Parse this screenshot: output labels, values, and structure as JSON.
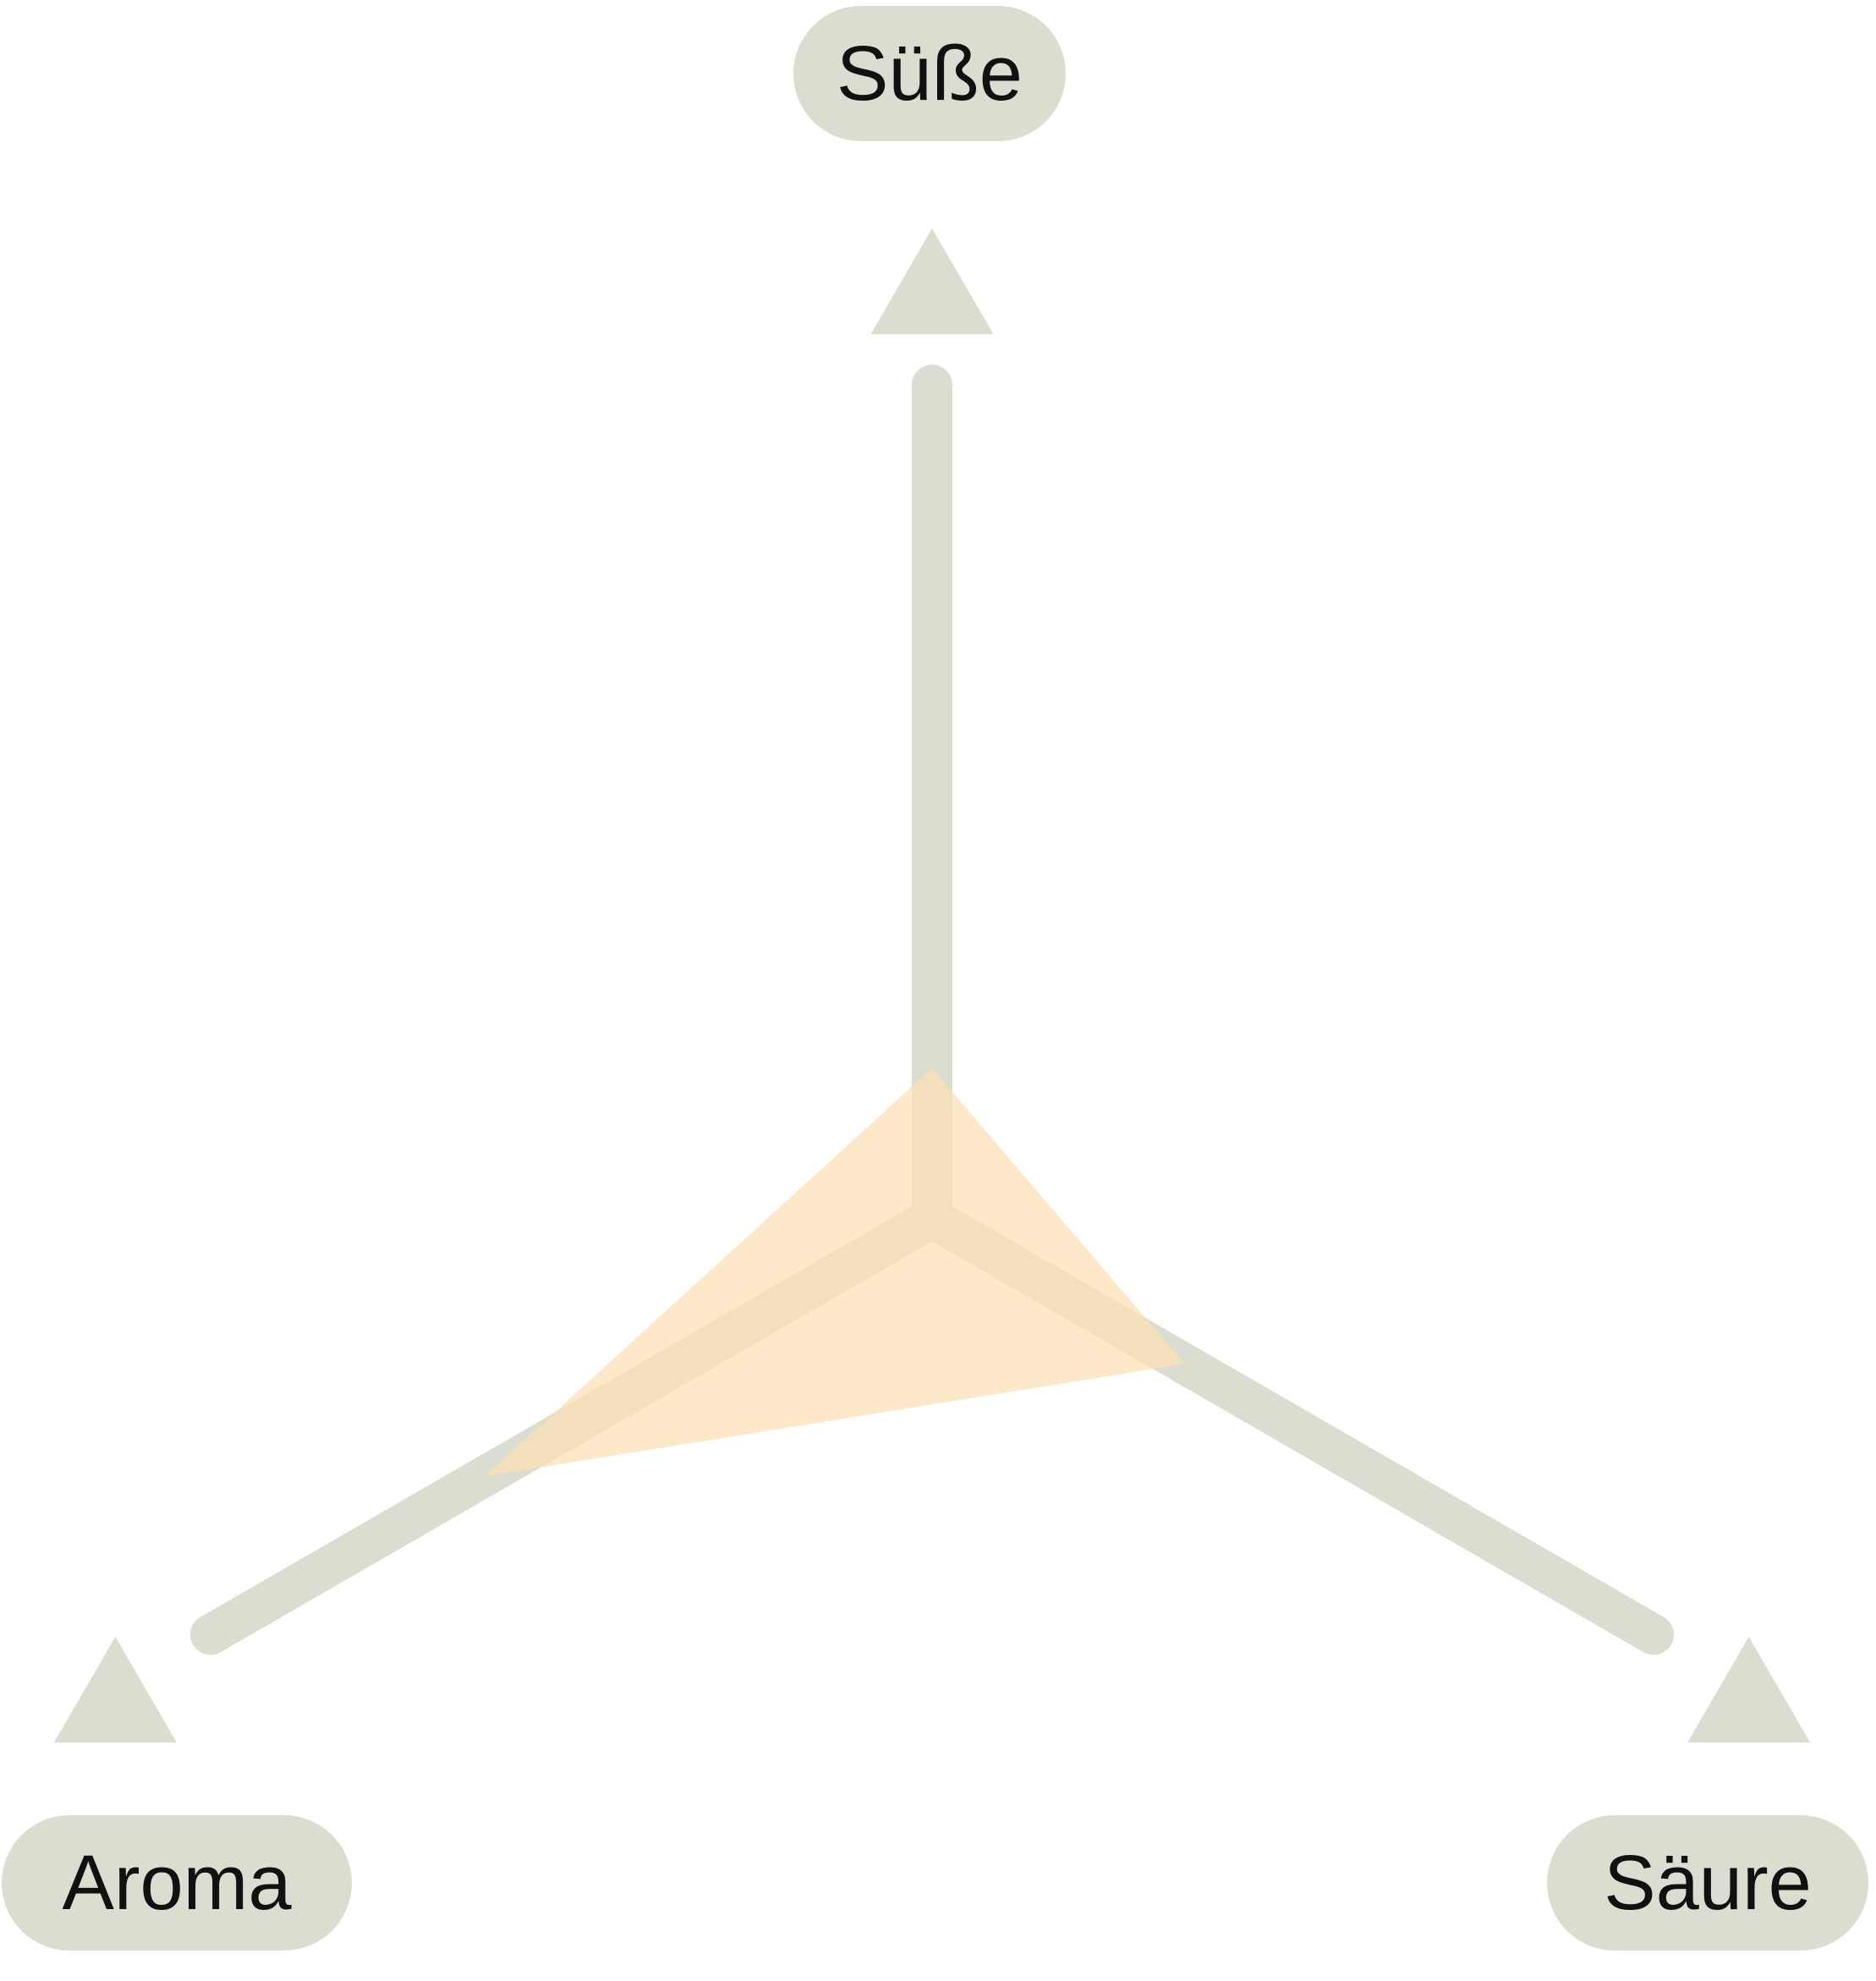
{
  "chart_data": {
    "type": "radar",
    "axes": [
      "Süße",
      "Säure",
      "Aroma"
    ],
    "series": [
      {
        "values": [
          0.18,
          0.35,
          0.62
        ]
      }
    ],
    "range": [
      0,
      1
    ],
    "grid": false,
    "legend": "none"
  },
  "colors": {
    "axis": "#dbddd0",
    "area": "#fcdfb4",
    "text": "#111111",
    "background": "#ffffff"
  }
}
